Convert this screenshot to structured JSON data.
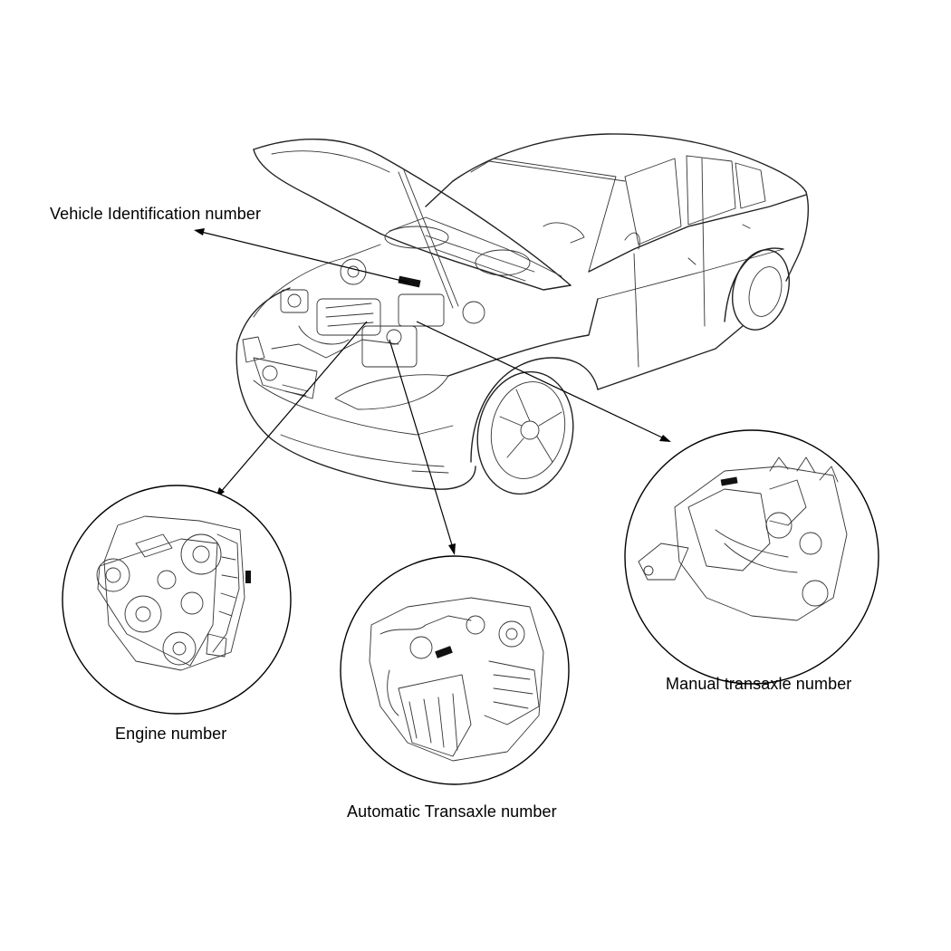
{
  "callouts": {
    "vin": "Vehicle Identification number",
    "engine": "Engine number",
    "automatic_transaxle": "Automatic Transaxle number",
    "manual_transaxle": "Manual transaxle number"
  },
  "icons": [
    "car-illustration",
    "engine-illustration",
    "automatic-transaxle-illustration",
    "manual-transaxle-illustration"
  ]
}
